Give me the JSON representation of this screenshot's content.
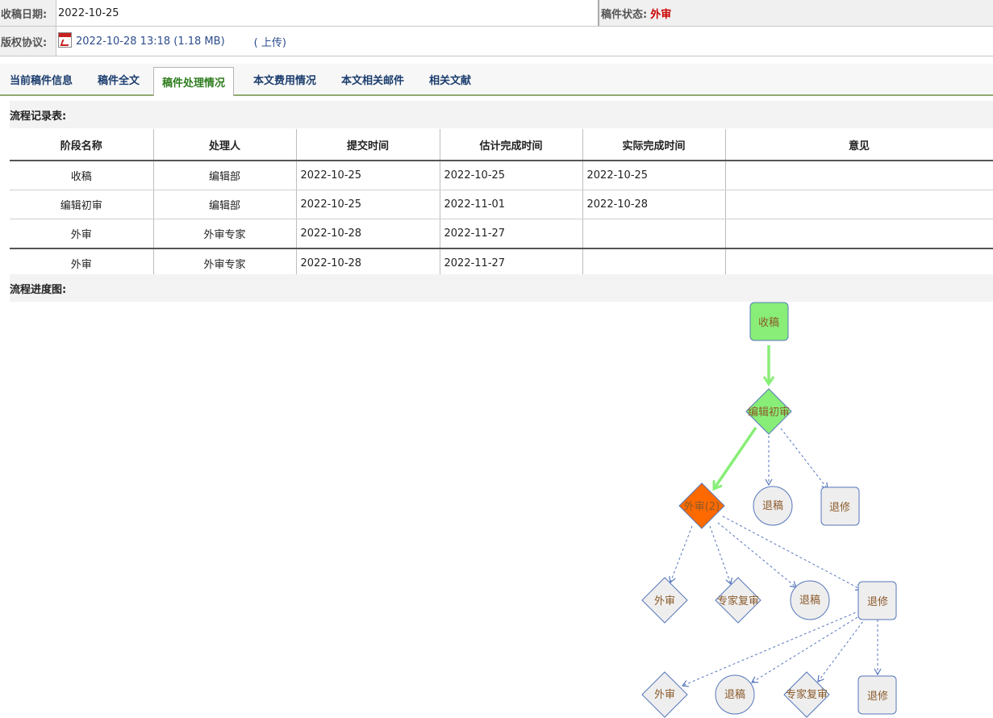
{
  "info": {
    "received_label": "收稿日期:",
    "received_value": "2022-10-25",
    "status_label": "稿件状态:",
    "status_value": "外审",
    "copyright_label": "版权协议:",
    "file_text": "2022-10-28 13:18 (1.18 MB)",
    "upload_text": "( 上传)"
  },
  "tabs": [
    {
      "label": "当前稿件信息"
    },
    {
      "label": "稿件全文"
    },
    {
      "label": "稿件处理情况"
    },
    {
      "label": "本文费用情况"
    },
    {
      "label": "本文相关邮件"
    },
    {
      "label": "相关文献"
    }
  ],
  "active_tab": "稿件处理情况",
  "records": {
    "title": "流程记录表:",
    "columns": [
      "阶段名称",
      "处理人",
      "提交时间",
      "估计完成时间",
      "实际完成时间",
      "意见"
    ],
    "rows": [
      [
        "收稿",
        "编辑部",
        "2022-10-25",
        "2022-10-25",
        "2022-10-25",
        ""
      ],
      [
        "编辑初审",
        "编辑部",
        "2022-10-25",
        "2022-11-01",
        "2022-10-28",
        ""
      ],
      [
        "外审",
        "外审专家",
        "2022-10-28",
        "2022-11-27",
        "",
        ""
      ],
      [
        "外审",
        "外审专家",
        "2022-10-28",
        "2022-11-27",
        "",
        ""
      ]
    ]
  },
  "flow": {
    "title": "流程进度图:",
    "nodes": {
      "receive": "收稿",
      "initial_review": "编辑初审",
      "external_review_current": "外审(2)",
      "reject_1": "退稿",
      "revise_1": "退修",
      "external_review_a": "外审",
      "expert_rereview_a": "专家复审",
      "reject_2": "退稿",
      "revise_2": "退修",
      "external_review_b": "外审",
      "reject_3": "退稿",
      "expert_rereview_b": "专家复审",
      "revise_3": "退修"
    },
    "colors": {
      "done": "#88ee77",
      "current": "#ff6a00",
      "pending": "#eeeeee",
      "edge_done": "#88ee77",
      "edge_pending": "#5577bb",
      "status_red": "#cc0000",
      "tab_active_text": "#2e7d1e",
      "tab_text": "#1b3d6e"
    }
  }
}
